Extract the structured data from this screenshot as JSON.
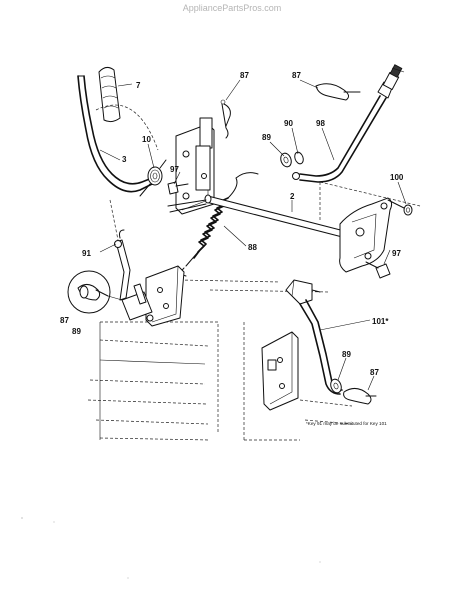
{
  "watermark": "AppliancePartsPros.com",
  "callouts": [
    {
      "id": "c-7",
      "text": "7"
    },
    {
      "id": "c-87a",
      "text": "87"
    },
    {
      "id": "c-87b",
      "text": "87"
    },
    {
      "id": "c-10",
      "text": "10"
    },
    {
      "id": "c-89a",
      "text": "89"
    },
    {
      "id": "c-90",
      "text": "90"
    },
    {
      "id": "c-98",
      "text": "98"
    },
    {
      "id": "c-3",
      "text": "3"
    },
    {
      "id": "c-97a",
      "text": "97"
    },
    {
      "id": "c-2",
      "text": "2"
    },
    {
      "id": "c-100",
      "text": "100"
    },
    {
      "id": "c-88",
      "text": "88"
    },
    {
      "id": "c-91",
      "text": "91"
    },
    {
      "id": "c-97b",
      "text": "97"
    },
    {
      "id": "c-87c",
      "text": "87"
    },
    {
      "id": "c-89b",
      "text": "89"
    },
    {
      "id": "c-101",
      "text": "101*"
    },
    {
      "id": "c-89c",
      "text": "89"
    },
    {
      "id": "c-87d",
      "text": "87"
    }
  ],
  "footnote": "*Key 91 may be substituted for Key 101"
}
